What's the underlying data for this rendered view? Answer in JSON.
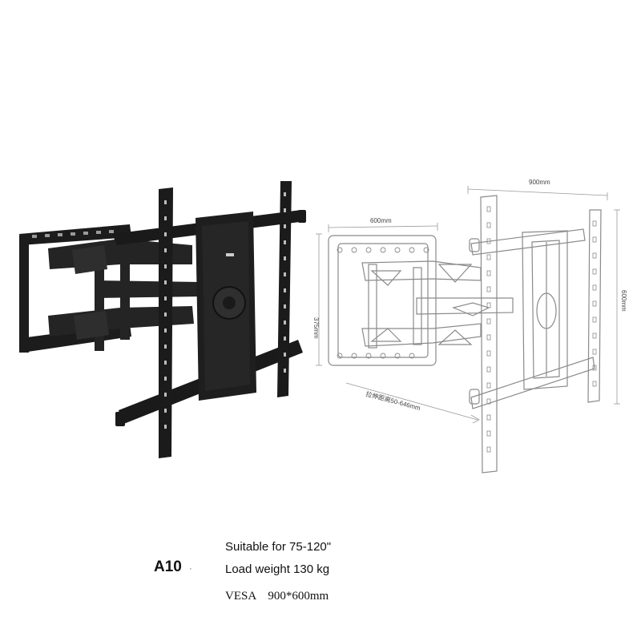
{
  "product": {
    "model": "A10",
    "model_marker": "·",
    "specs": [
      "Suitable for 75-120\"",
      "Load weight 130 kg",
      "VESA    900*600mm"
    ]
  },
  "drawing": {
    "dimensions": {
      "top_width": "900mm",
      "wall_width": "600mm",
      "right_height": "600mm",
      "left_height": "375mm",
      "extension": "拉伸距离50-646mm"
    }
  },
  "colors": {
    "mount_black": "#1c1c1c",
    "line_art": "#8a8a8a",
    "text": "#111111"
  }
}
